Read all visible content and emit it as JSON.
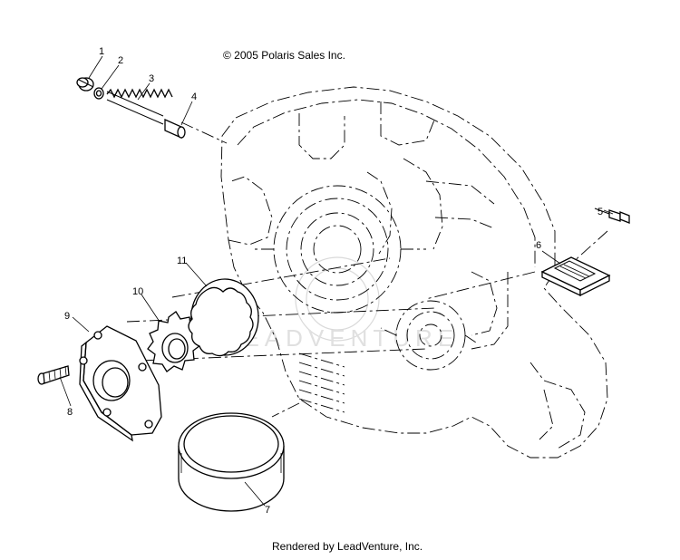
{
  "diagram": {
    "copyright": "© 2005 Polaris Sales Inc.",
    "footer": "Rendered by LeadVenture, Inc.",
    "watermark": "LEADVENTURE",
    "callouts": [
      {
        "id": "1",
        "part": "plug"
      },
      {
        "id": "2",
        "part": "washer"
      },
      {
        "id": "3",
        "part": "spring"
      },
      {
        "id": "4",
        "part": "relief-valve-plunger"
      },
      {
        "id": "5",
        "part": "screw"
      },
      {
        "id": "6",
        "part": "reed-valve"
      },
      {
        "id": "7",
        "part": "oil-filter"
      },
      {
        "id": "8",
        "part": "screw"
      },
      {
        "id": "9",
        "part": "pump-cover"
      },
      {
        "id": "10",
        "part": "inner-rotor"
      },
      {
        "id": "11",
        "part": "outer-rotor"
      }
    ]
  }
}
